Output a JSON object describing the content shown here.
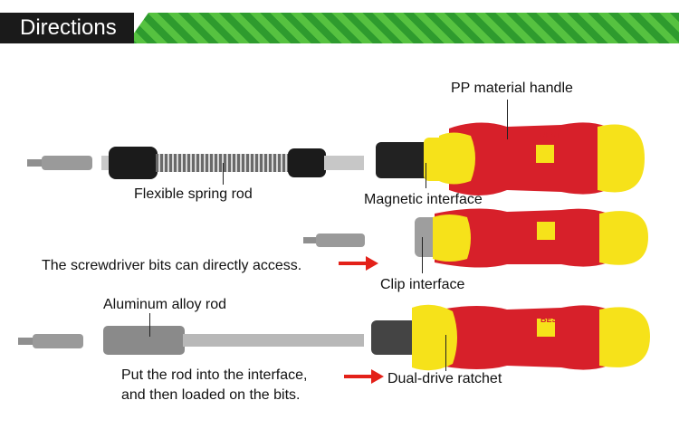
{
  "header": {
    "title": "Directions"
  },
  "labels": {
    "pp_handle": "PP material handle",
    "spring_rod": "Flexible spring rod",
    "magnetic": "Magnetic interface",
    "bits_access": "The screwdriver bits can directly access.",
    "clip": "Clip interface",
    "alu_rod": "Aluminum alloy rod",
    "put_rod_line1": "Put the rod into the interface,",
    "put_rod_line2": "and then loaded on the bits.",
    "ratchet": "Dual-drive ratchet"
  },
  "brand": {
    "logo_text": "BEST"
  },
  "colors": {
    "accent_arrow": "#e32119",
    "handle_red": "#d7202a",
    "handle_yellow": "#f6e21a",
    "banner_dark": "#1a1a1a",
    "banner_green": "#48b33a"
  }
}
